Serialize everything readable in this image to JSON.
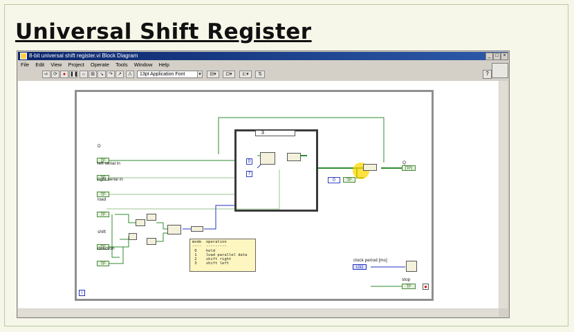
{
  "slide": {
    "title": "Universal Shift Register"
  },
  "window": {
    "title": "8-bit universal shift register.vi Block Diagram",
    "buttons": {
      "minimize": "_",
      "maximize": "□",
      "close": "×"
    }
  },
  "menu": [
    {
      "label": "File"
    },
    {
      "label": "Edit"
    },
    {
      "label": "View"
    },
    {
      "label": "Project"
    },
    {
      "label": "Operate"
    },
    {
      "label": "Tools"
    },
    {
      "label": "Window"
    },
    {
      "label": "Help"
    }
  ],
  "toolbar": {
    "font_ring": "13pt Application Font"
  },
  "diagram": {
    "labels": {
      "d": "D",
      "left_serial_in": "left serial in",
      "right_serial_in": "right serial in",
      "load": "load",
      "shift": "shift",
      "direction": "direction",
      "q": "Q",
      "clock_period": "clock period [ms]",
      "stop": "stop"
    },
    "terminals": {
      "tf": "TF",
      "q_terminal": "[TF]",
      "u32": "U32"
    },
    "case_selector": "3",
    "constants": {
      "c0": "0",
      "c7": "7",
      "c_zero": "0",
      "c_tf": "TF"
    },
    "comment": "mode  operation\n----  ---------\n 0    hold\n 1    load parallel data\n 2    shift right\n 3    shift left"
  },
  "colors": {
    "bool_wire": "#2e8b2e",
    "num_wire": "#2030c0",
    "titlebar": "#0a246a",
    "page_bg": "#f6f7e8"
  }
}
